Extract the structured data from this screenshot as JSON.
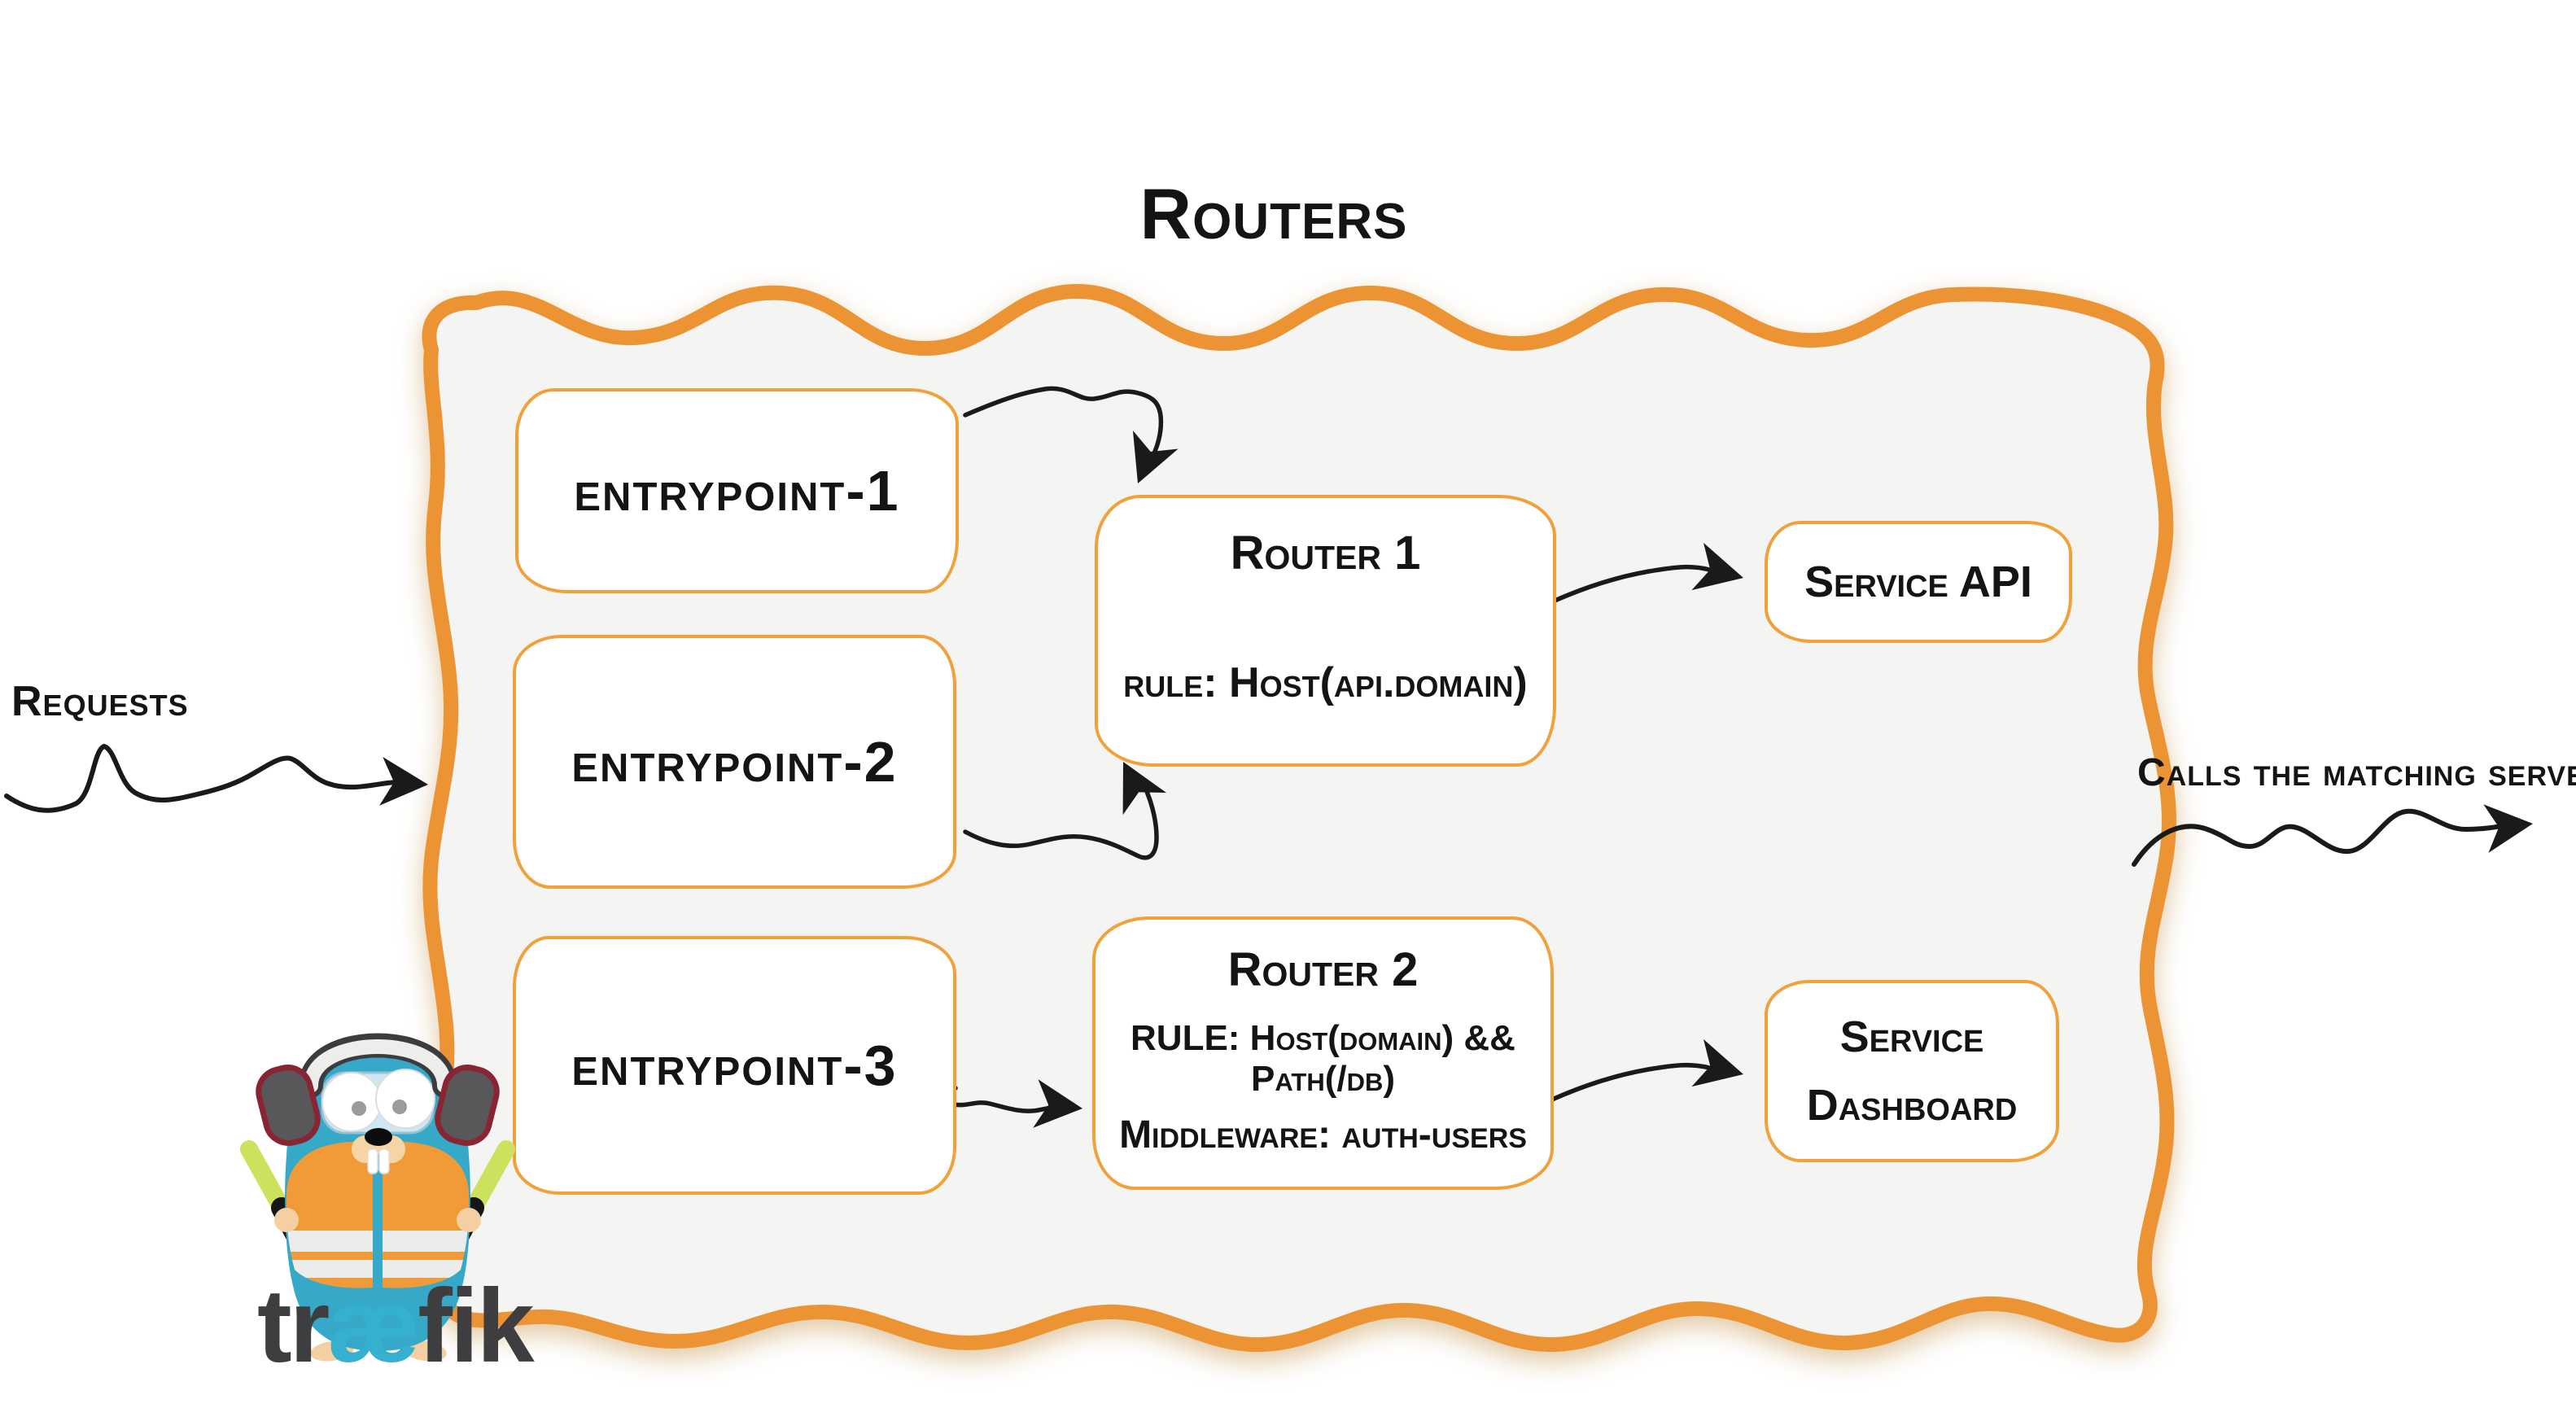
{
  "diagram": {
    "title": "Routers",
    "requests_label": "Requests",
    "calls_label": "Calls the matching server",
    "entrypoints": [
      {
        "label": "entrypoint-1"
      },
      {
        "label": "entrypoint-2"
      },
      {
        "label": "entrypoint-3"
      }
    ],
    "routers": [
      {
        "name": "Router 1",
        "rule": "rule: Host(api.domain)"
      },
      {
        "name": "Router 2",
        "rule": "RULE: Host(domain) && Path(/db)",
        "middleware": "Middleware: auth-users"
      }
    ],
    "services": [
      {
        "line1": "Service API"
      },
      {
        "line1": "Service",
        "line2": "Dashboard"
      }
    ],
    "logo": {
      "prefix": "tr",
      "ligature": "æ",
      "suffix": "fik"
    },
    "colors": {
      "frame_orange": "#EC9434",
      "node_border_orange": "#F1A13C",
      "frame_fill": "#F4F4F3",
      "ink_black": "#141414",
      "gopher_blue": "#36A9C9",
      "vest_orange": "#F19B38",
      "baton_green": "#CDE15E",
      "logo_gray": "#3E3E40",
      "logo_blue": "#35B0CF"
    }
  }
}
